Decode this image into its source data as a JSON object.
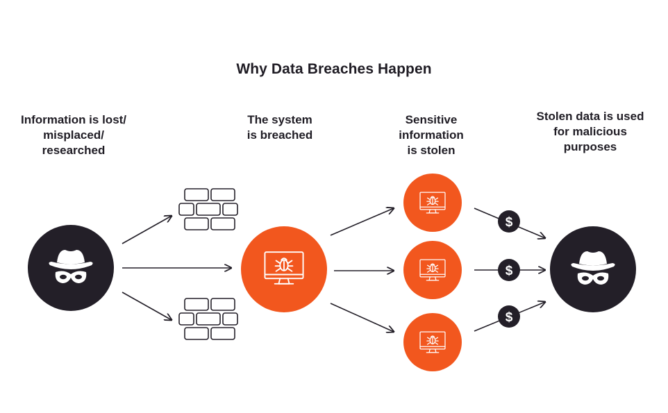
{
  "title": "Why Data Breaches Happen",
  "stages": [
    {
      "label": "Information is lost/\nmisplaced/\nresearched"
    },
    {
      "label": "The system\nis breached"
    },
    {
      "label": "Sensitive\ninformation\nis stolen"
    },
    {
      "label": "Stolen data is used\nfor malicious\npurposes"
    }
  ],
  "icons": {
    "actor": "hacker-spy-icon",
    "obstacle": "brick-wall-icon",
    "breach": "monitor-bug-icon",
    "stolen": "monitor-bug-icon",
    "money": "dollar-coin-icon"
  },
  "coin_symbol": "$",
  "colors": {
    "accent": "#f2571e",
    "dark": "#231f28",
    "arrow": "#231f28",
    "text": "#1f1c24",
    "background": "#ffffff"
  }
}
